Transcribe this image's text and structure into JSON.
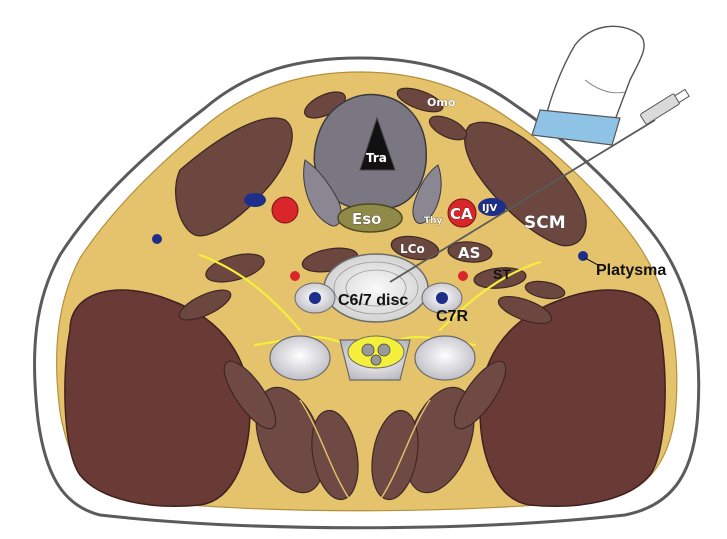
{
  "labels": {
    "omo": "Omo",
    "tra": "Tra",
    "eso": "Eso",
    "thy": "Thy",
    "ca": "CA",
    "ijv": "IJV",
    "scm": "SCM",
    "platysma": "Platysma",
    "lco": "LCo",
    "as": "AS",
    "st": "ST",
    "c67_disc": "C6/7 disc",
    "c7r": "C7R"
  },
  "colors": {
    "skin_outline": "#5b5b5b",
    "fat": "#e5c36c",
    "muscle": "#6b4740",
    "muscle_large": "#6a3a36",
    "artery": "#d9262b",
    "vein": "#1d2f8a",
    "nerve": "#f4ef3a",
    "bone": "#e3e3e6",
    "trachea": "#7a7682",
    "esophagus": "#8f8a48",
    "probe_face": "#8fc3e6"
  },
  "icons": {
    "probe": "ultrasound-probe-icon",
    "needle": "needle-icon"
  }
}
